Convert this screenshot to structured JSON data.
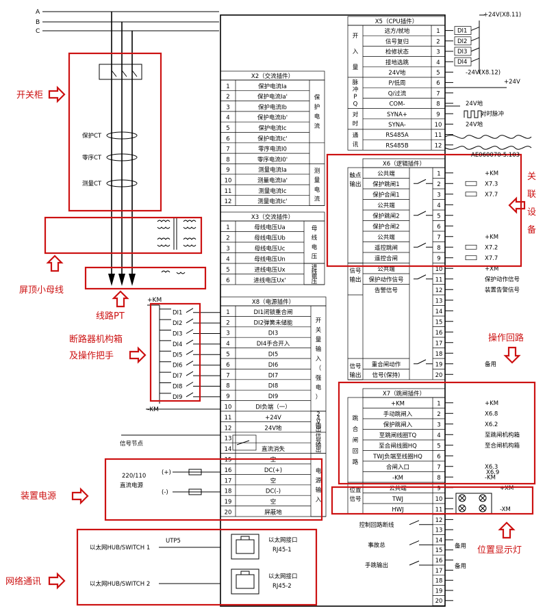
{
  "phases": [
    "A",
    "B",
    "C"
  ],
  "cts": [
    "保护CT",
    "零序CT",
    "测量CT"
  ],
  "x5": {
    "title": "X5（CPU插件）",
    "groups": [
      {
        "label": "开入量",
        "rows": [
          0,
          4
        ]
      },
      {
        "label": "脉冲PQ",
        "rows": [
          5,
          7
        ]
      },
      {
        "label": "对时",
        "rows": [
          8,
          9
        ]
      },
      {
        "label": "通讯",
        "rows": [
          10,
          11
        ]
      }
    ],
    "rows": [
      {
        "n": "1",
        "name": "远方/就地"
      },
      {
        "n": "2",
        "name": "信号复归"
      },
      {
        "n": "3",
        "name": "检修状态"
      },
      {
        "n": "4",
        "name": "接地选跳"
      },
      {
        "n": "5",
        "name": "24V地"
      },
      {
        "n": "6",
        "name": "P/低周"
      },
      {
        "n": "7",
        "name": "Q/过流"
      },
      {
        "n": "8",
        "name": "COM-"
      },
      {
        "n": "9",
        "name": "SYNA+"
      },
      {
        "n": "10",
        "name": "SYNA-"
      },
      {
        "n": "11",
        "name": "RS485A"
      },
      {
        "n": "12",
        "name": "RS485B"
      }
    ],
    "ext": [
      {
        "row": 0,
        "text": "DI1"
      },
      {
        "row": 1,
        "text": "DI2"
      },
      {
        "row": 2,
        "text": "DI3"
      },
      {
        "row": 3,
        "text": "DI4"
      },
      {
        "row": 4,
        "text": "-24V(X8.12)"
      },
      {
        "row": 5,
        "text": ""
      },
      {
        "row": 6,
        "text": ""
      },
      {
        "row": 7,
        "text": "24V地"
      },
      {
        "row": 8,
        "text": "对时脉冲"
      },
      {
        "row": 9,
        "text": "24V地"
      }
    ],
    "top_supply": "+24V(X8.11)",
    "pulse_supply": "+24V",
    "cable_label": "AE060070-5.103"
  },
  "x2": {
    "title": "X2（交流插件）",
    "groups": [
      {
        "label": "保护电流",
        "rows": [
          0,
          5
        ]
      },
      {
        "label": "测量电流",
        "rows": [
          8,
          11
        ]
      }
    ],
    "rows": [
      {
        "n": "1",
        "name": "保护电流Ia"
      },
      {
        "n": "2",
        "name": "保护电流Ia'"
      },
      {
        "n": "3",
        "name": "保护电流Ib"
      },
      {
        "n": "4",
        "name": "保护电流Ib'"
      },
      {
        "n": "5",
        "name": "保护电流Ic"
      },
      {
        "n": "6",
        "name": "保护电流Ic'"
      },
      {
        "n": "7",
        "name": "零序电流I0"
      },
      {
        "n": "8",
        "name": "零序电流I0'"
      },
      {
        "n": "9",
        "name": "测量电流Ia"
      },
      {
        "n": "10",
        "name": "测量电流Ia'"
      },
      {
        "n": "11",
        "name": "测量电流Ic"
      },
      {
        "n": "12",
        "name": "测量电流Ic'"
      }
    ]
  },
  "x3": {
    "title": "X3（交流插件）",
    "groups": [
      {
        "label": "母线电压",
        "rows": [
          0,
          3
        ]
      },
      {
        "label": "进线电压",
        "rows": [
          4,
          5
        ]
      }
    ],
    "rows": [
      {
        "n": "1",
        "name": "母线电压Ua"
      },
      {
        "n": "2",
        "name": "母线电压Ub"
      },
      {
        "n": "3",
        "name": "母线电压Uc"
      },
      {
        "n": "4",
        "name": "母线电压Un"
      },
      {
        "n": "5",
        "name": "进线电压Ux"
      },
      {
        "n": "6",
        "name": "进线电压Ux'"
      }
    ]
  },
  "x8": {
    "title": "X8（电源插件）",
    "groups": [
      {
        "label": "开关量输入（强电）",
        "rows": [
          0,
          9
        ]
      },
      {
        "label": "24V输出",
        "rows": [
          10,
          11
        ]
      },
      {
        "label": "信号输出",
        "rows": [
          12,
          13
        ]
      },
      {
        "label": "电源输入",
        "rows": [
          14,
          19
        ]
      }
    ],
    "rows": [
      {
        "n": "1",
        "name": "DI1闭锁重合闸"
      },
      {
        "n": "2",
        "name": "DI2弹簧未储能"
      },
      {
        "n": "3",
        "name": "DI3"
      },
      {
        "n": "4",
        "name": "DI4手合开入"
      },
      {
        "n": "5",
        "name": "DI5"
      },
      {
        "n": "6",
        "name": "DI6"
      },
      {
        "n": "7",
        "name": "DI7"
      },
      {
        "n": "8",
        "name": "DI8"
      },
      {
        "n": "9",
        "name": "DI9"
      },
      {
        "n": "10",
        "name": "DI负端（一）"
      },
      {
        "n": "11",
        "name": "+24V"
      },
      {
        "n": "12",
        "name": "24V地"
      },
      {
        "n": "13",
        "name": ""
      },
      {
        "n": "14",
        "name": "直流消失"
      },
      {
        "n": "15",
        "name": "空"
      },
      {
        "n": "16",
        "name": "DC(+)"
      },
      {
        "n": "17",
        "name": "空"
      },
      {
        "n": "18",
        "name": "DC(-)"
      },
      {
        "n": "19",
        "name": "空"
      },
      {
        "n": "20",
        "name": "屏蔽地"
      }
    ],
    "di_labels": [
      "DI1",
      "DI2",
      "DI3",
      "DI4",
      "DI5",
      "DI6",
      "DI7",
      "DI8",
      "DI9"
    ],
    "plus_km": "+KM",
    "minus_km": "-KM",
    "signal_node": "信号节点",
    "psu_line1": "220/110",
    "psu_line2": "直流电源",
    "psu_plus": "(+)",
    "psu_minus": "(-)"
  },
  "x6": {
    "title": "X6（逻辑插件）",
    "groups": [
      {
        "label": "触点输出",
        "rows": [
          0,
          8
        ]
      },
      {
        "label": "信号输出",
        "rows": [
          9,
          11
        ]
      },
      {
        "label": "信号输出",
        "rows": [
          18,
          19
        ]
      }
    ],
    "rows": [
      {
        "n": "1",
        "name": "公共端"
      },
      {
        "n": "2",
        "name": "保护跳闸1"
      },
      {
        "n": "3",
        "name": "保护合闸1"
      },
      {
        "n": "4",
        "name": "公共端"
      },
      {
        "n": "5",
        "name": "保护跳闸2"
      },
      {
        "n": "6",
        "name": "保护合闸2"
      },
      {
        "n": "7",
        "name": "公共端"
      },
      {
        "n": "8",
        "name": "遥控跳闸"
      },
      {
        "n": "9",
        "name": "遥控合闸"
      },
      {
        "n": "10",
        "name": "公共端"
      },
      {
        "n": "11",
        "name": "保护动作信号"
      },
      {
        "n": "12",
        "name": "告警信号"
      },
      {
        "n": "13",
        "name": ""
      },
      {
        "n": "14",
        "name": ""
      },
      {
        "n": "15",
        "name": ""
      },
      {
        "n": "16",
        "name": ""
      },
      {
        "n": "17",
        "name": ""
      },
      {
        "n": "18",
        "name": ""
      },
      {
        "n": "19",
        "name": "重合闸动作"
      },
      {
        "n": "20",
        "name": "信号(保持)"
      }
    ],
    "ext": [
      {
        "row": 0,
        "text": "+KM"
      },
      {
        "row": 1,
        "text": "X7.3"
      },
      {
        "row": 2,
        "text": "X7.7"
      },
      {
        "row": 6,
        "text": "+KM"
      },
      {
        "row": 7,
        "text": "X7.2"
      },
      {
        "row": 8,
        "text": "X7.7"
      },
      {
        "row": 9,
        "text": "+XM"
      },
      {
        "row": 10,
        "text": "保护动作信号"
      },
      {
        "row": 11,
        "text": "装置告警信号"
      },
      {
        "row": 18,
        "text": "备用"
      }
    ]
  },
  "x7": {
    "title": "X7（跳闸插件）",
    "groups": [
      {
        "label": "跳合闸回路",
        "rows": [
          0,
          7
        ]
      },
      {
        "label": "位置信号",
        "rows": [
          8,
          10
        ]
      }
    ],
    "rows": [
      {
        "n": "1",
        "name": "+KM"
      },
      {
        "n": "2",
        "name": "手动跳闸入"
      },
      {
        "n": "3",
        "name": "保护跳闸入"
      },
      {
        "n": "4",
        "name": "至跳闸线圈TQ"
      },
      {
        "n": "5",
        "name": "至合闸线圈HQ"
      },
      {
        "n": "6",
        "name": "TWJ负端至线圈HQ"
      },
      {
        "n": "7",
        "name": "合闸入口"
      },
      {
        "n": "8",
        "name": "-KM"
      },
      {
        "n": "9",
        "name": "公共端"
      },
      {
        "n": "10",
        "name": "TWJ"
      },
      {
        "n": "11",
        "name": "HWJ"
      }
    ],
    "ext": [
      {
        "row": 0,
        "text": "+KM"
      },
      {
        "row": 1,
        "text": "X6.8"
      },
      {
        "row": 2,
        "text": "X6.2"
      },
      {
        "row": 3,
        "text": "至跳闸机构箱"
      },
      {
        "row": 4,
        "text": "至合闸机构箱"
      },
      {
        "row": 6,
        "text": "X6.3"
      },
      {
        "row": 7,
        "text": "-KM"
      },
      {
        "row": 8,
        "text": "+XM"
      },
      {
        "row": 10,
        "text": "-XM"
      }
    ],
    "x7_extra": "X6.9"
  },
  "x7b": {
    "rows": [
      {
        "n": "12",
        "name": "控制回路断线"
      },
      {
        "n": "13",
        "name": ""
      },
      {
        "n": "14",
        "name": "事故总"
      },
      {
        "n": "15",
        "name": ""
      },
      {
        "n": "16",
        "name": "手跳输出"
      },
      {
        "n": "17",
        "name": ""
      },
      {
        "n": "18",
        "name": ""
      },
      {
        "n": "19",
        "name": ""
      },
      {
        "n": "20",
        "name": ""
      }
    ],
    "ext": [
      {
        "row": 2,
        "text": "备用"
      },
      {
        "row": 4,
        "text": "备用"
      }
    ]
  },
  "ethernet": {
    "utp": "UTP5",
    "ports": [
      {
        "hub": "以太网HUB/SWITCH 1",
        "name": "以太网接口",
        "jack": "RJ45-1"
      },
      {
        "hub": "以太网HUB/SWITCH 2",
        "name": "以太网接口",
        "jack": "RJ45-2"
      }
    ]
  },
  "annotations": {
    "switchgear": "开关柜",
    "busbar": "屏顶小母线",
    "line_pt": "线路PT",
    "breaker": [
      "断路器机构箱",
      "及操作把手"
    ],
    "psu": "装置电源",
    "network": "网络通讯",
    "linked": [
      "关",
      "联",
      "设",
      "备"
    ],
    "op_loop": "操作回路",
    "pos_lamp": "位置显示灯"
  },
  "colors": {
    "annotation": "#cc1111",
    "line": "#000000",
    "background": "#ffffff"
  }
}
